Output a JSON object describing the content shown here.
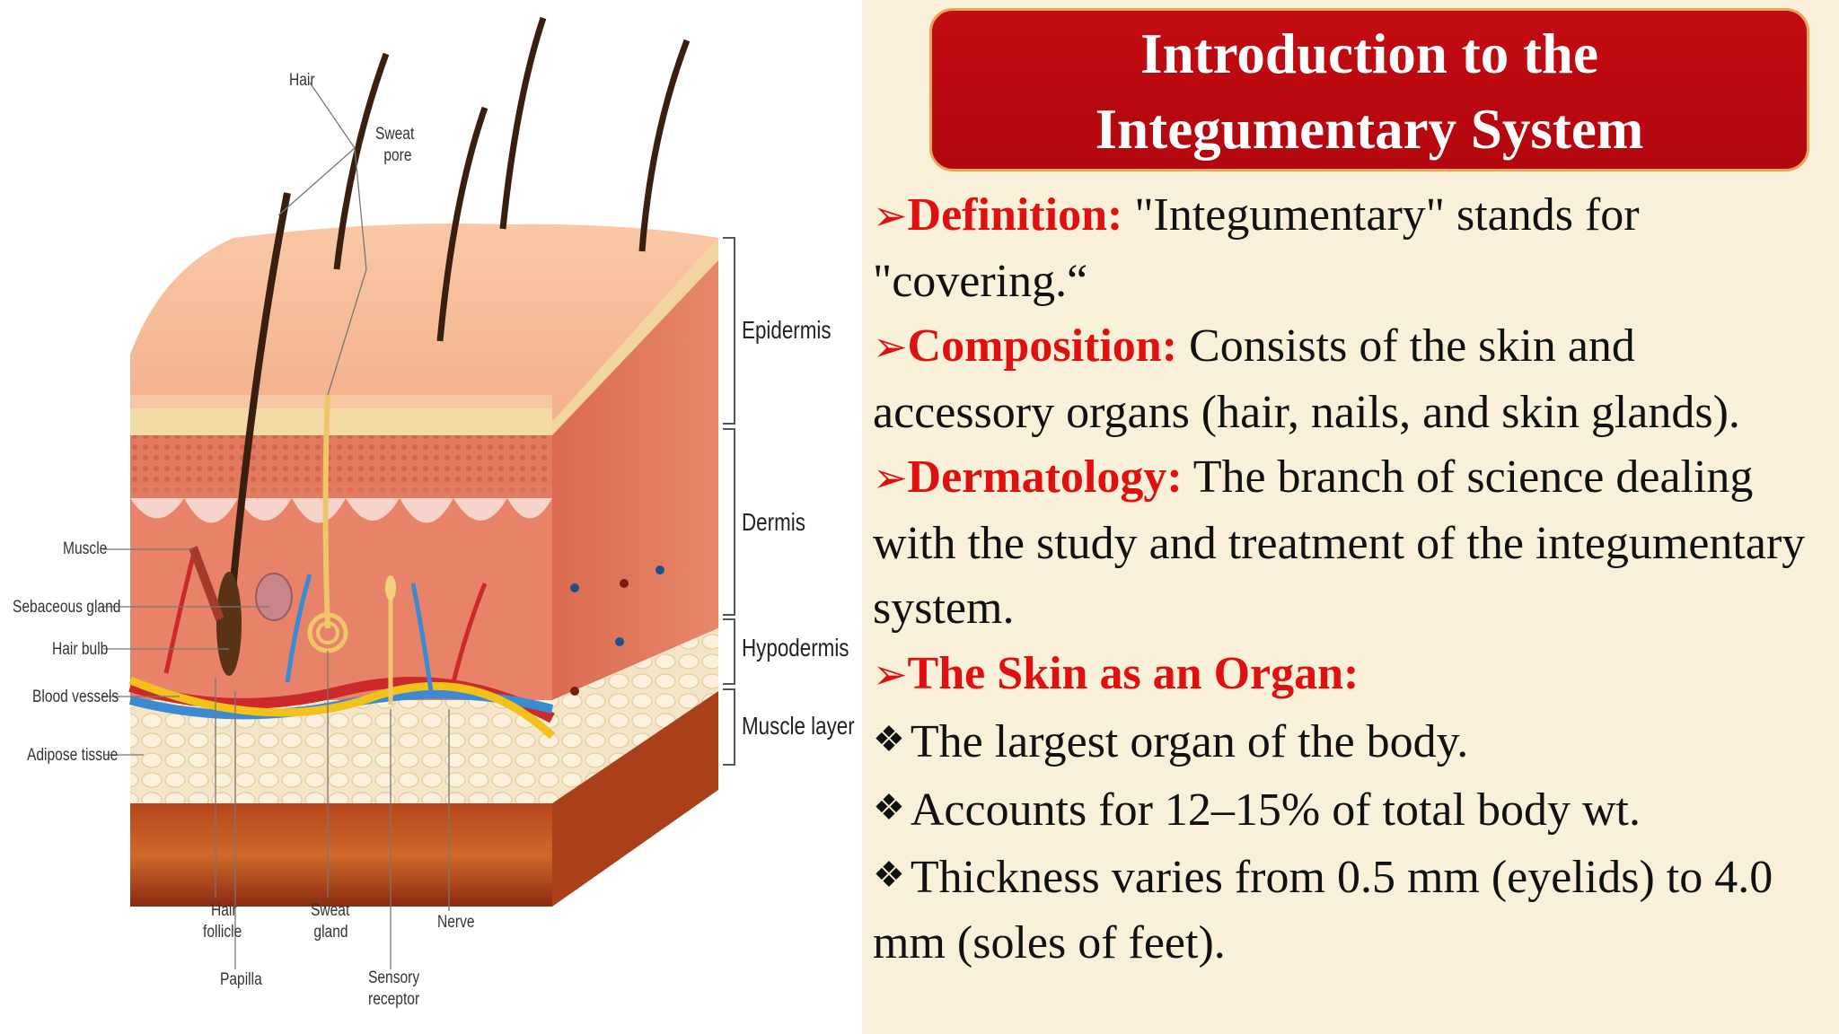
{
  "slide": {
    "title_line1": "Introduction to the",
    "title_line2": "Integumentary System",
    "sections": [
      {
        "marker": "➢",
        "term": "Definition:",
        "text": " \"Integumentary\" stands for \"covering.“"
      },
      {
        "marker": "➢",
        "term": "Composition:",
        "text": " Consists of the skin and accessory organs (hair, nails, and skin glands)."
      },
      {
        "marker": "➢",
        "term": "Dermatology:",
        "text": " The branch of science dealing with the study and treatment of the integumentary system."
      },
      {
        "marker": "➢",
        "term": "The Skin as an Organ:",
        "text": ""
      }
    ],
    "bullets": [
      {
        "marker": "❖",
        "text": "The largest organ of the body."
      },
      {
        "marker": "❖",
        "text": "Accounts for 12–15% of total body wt."
      },
      {
        "marker": "❖",
        "text": "Thickness varies from 0.5 mm (eyelids) to 4.0 mm (soles of feet)."
      }
    ],
    "colors": {
      "title_bg": "#b80a10",
      "term": "#e01010",
      "panel_bg": "#f8f0d8"
    }
  },
  "diagram": {
    "labels": {
      "hair": "Hair",
      "sweat_pore_1": "Sweat",
      "sweat_pore_2": "pore",
      "muscle": "Muscle",
      "sebaceous_gland": "Sebaceous gland",
      "hair_bulb": "Hair bulb",
      "blood_vessels": "Blood vessels",
      "adipose_tissue": "Adipose tissue",
      "hair_follicle_1": "Hair",
      "hair_follicle_2": "follicle",
      "papilla": "Papilla",
      "sweat_gland_1": "Sweat",
      "sweat_gland_2": "gland",
      "sensory_receptor_1": "Sensory",
      "sensory_receptor_2": "receptor",
      "nerve": "Nerve"
    },
    "layers": {
      "epidermis": "Epidermis",
      "dermis": "Dermis",
      "hypodermis": "Hypodermis",
      "muscle_layer": "Muscle layer"
    }
  }
}
